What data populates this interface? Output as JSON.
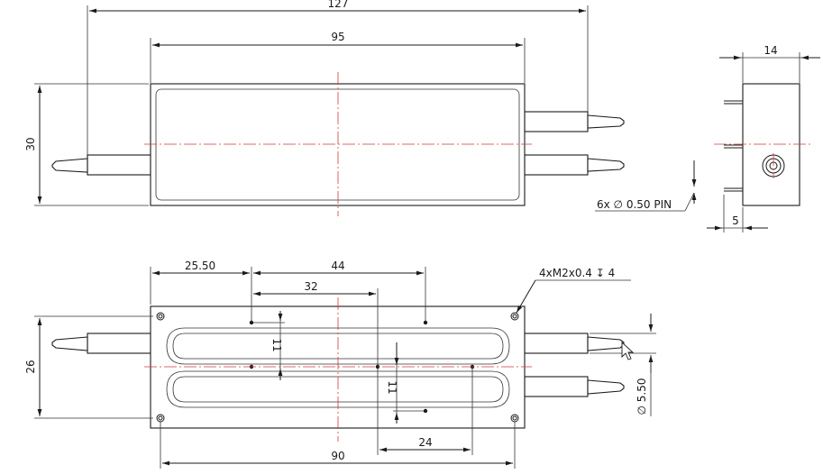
{
  "top_view": {
    "overall_length": "127",
    "body_length": "95",
    "height": "30"
  },
  "side_view": {
    "width": "14",
    "pin_offset": "5",
    "pin_callout": "6x ∅ 0.50 PIN"
  },
  "bottom_view": {
    "hole_offset": "25.50",
    "hole_spacing_long": "44",
    "hole_spacing_short": "32",
    "vertical_offset_left": "11",
    "vertical_offset_center": "11",
    "height": "26",
    "hole_spacing_bottom": "24",
    "mount_hole_spacing": "90",
    "fiber_diameter": "∅ 5.50",
    "thread_callout": "4xM2x0.4 ↧ 4"
  },
  "colors": {
    "outline": "#1a1a1a",
    "centerline": "#d23a3a"
  }
}
